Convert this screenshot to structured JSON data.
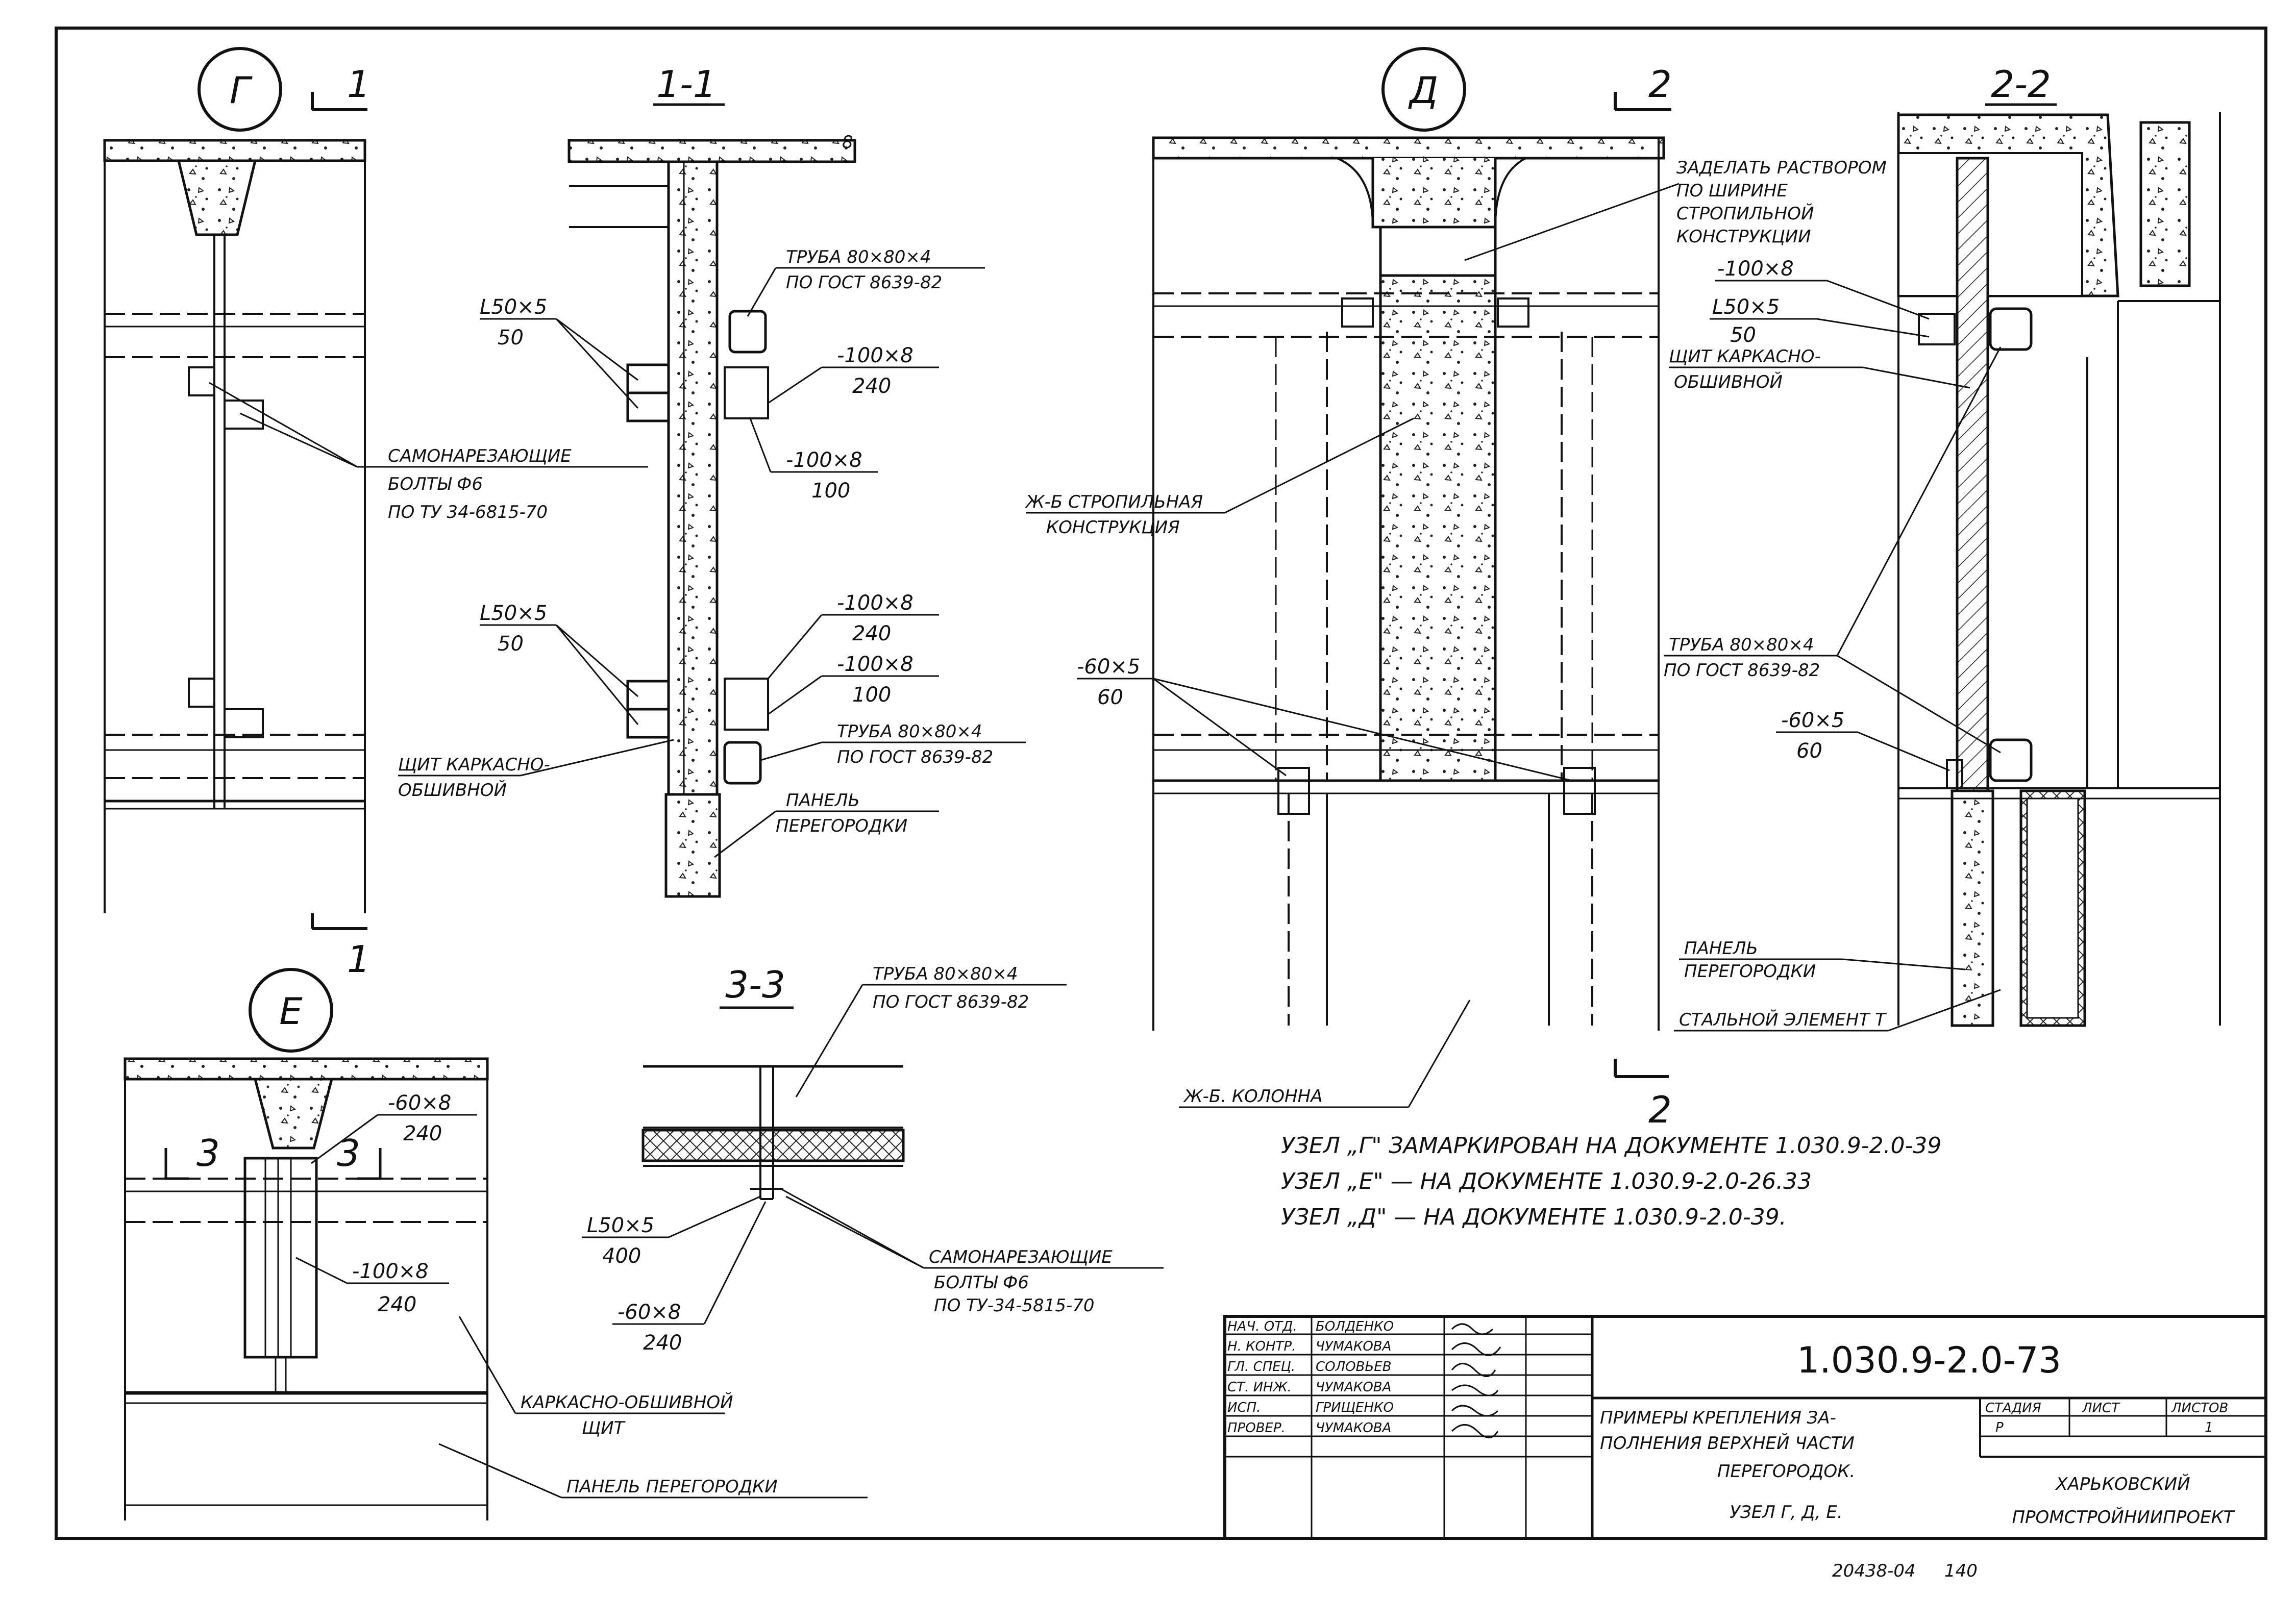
{
  "views": {
    "node_g": {
      "mark": "Г",
      "cut_top": "1",
      "cut_bottom": "1"
    },
    "section_1_1": {
      "title": "1-1"
    },
    "node_d": {
      "mark": "Д",
      "cut_top": "2",
      "cut_bottom": "2"
    },
    "section_2_2": {
      "title": "2-2"
    },
    "node_e": {
      "mark": "Е",
      "cut_left": "3",
      "cut_right": "3"
    },
    "section_3_3": {
      "title": "3-3"
    }
  },
  "callouts": {
    "g_bolts": [
      "САМОНАРЕЗАЮЩИЕ",
      "БОЛТЫ Ф6",
      "ПО ТУ 34-6815-70"
    ],
    "s11_pipe": [
      "ТРУБА 80×80×4",
      "ПО ГОСТ 8639-82"
    ],
    "s11_angle_top": [
      "L50×5",
      "50"
    ],
    "s11_plate_top_240": [
      "-100×8",
      "240"
    ],
    "s11_plate_top_100": [
      "-100×8",
      "100"
    ],
    "s11_angle_bot": [
      "L50×5",
      "50"
    ],
    "s11_plate_bot_240": [
      "-100×8",
      "240"
    ],
    "s11_plate_bot_100": [
      "-100×8",
      "100"
    ],
    "s11_pipe_bot": [
      "ТРУБА 80×80×4",
      "ПО ГОСТ 8639-82"
    ],
    "s11_shield": [
      "ЩИТ КАРКАСНО-",
      "ОБШИВНОЙ"
    ],
    "s11_panel": [
      "ПАНЕЛЬ",
      "ПЕРЕГОРОДКИ"
    ],
    "s11_dim": "8",
    "d_seal": [
      "ЗАДЕЛАТЬ РАСТВОРОМ",
      "ПО ШИРИНЕ",
      "СТРОПИЛЬНОЙ",
      "КОНСТРУКЦИИ"
    ],
    "d_truss": [
      "Ж-Б СТРОПИЛЬНАЯ",
      "КОНСТРУКЦИЯ"
    ],
    "d_plate": [
      "-60×5",
      "60"
    ],
    "d_column": "Ж-Б. КОЛОННА",
    "s22_plate": [
      "-100×8"
    ],
    "s22_angle": [
      "L50×5",
      "50"
    ],
    "s22_shield": [
      "ЩИТ КАРКАСНО-",
      "ОБШИВНОЙ"
    ],
    "s22_pipe": [
      "ТРУБА 80×80×4",
      "ПО ГОСТ 8639-82"
    ],
    "s22_plate_bot": [
      "-60×5",
      "60"
    ],
    "s22_panel": [
      "ПАНЕЛЬ",
      "ПЕРЕГОРОДКИ"
    ],
    "s22_tee": "СТАЛЬНОЙ ЭЛЕМЕНТ Т",
    "e_plate_top": [
      "-60×8",
      "240"
    ],
    "e_plate_mid": [
      "-100×8",
      "240"
    ],
    "e_shield": [
      "КАРКАСНО-ОБШИВНОЙ",
      "ЩИТ"
    ],
    "e_panel": "ПАНЕЛЬ ПЕРЕГОРОДКИ",
    "s33_pipe": [
      "ТРУБА 80×80×4",
      "ПО ГОСТ 8639-82"
    ],
    "s33_angle": [
      "L50×5",
      "400"
    ],
    "s33_plate": [
      "-60×8",
      "240"
    ],
    "s33_bolts": [
      "САМОНАРЕЗАЮЩИЕ",
      "БОЛТЫ Ф6",
      "ПО ТУ-34-5815-70"
    ]
  },
  "notes": [
    "УЗЕЛ „Г\" ЗАМАРКИРОВАН НА ДОКУМЕНТЕ 1.030.9-2.0-39",
    "УЗЕЛ „Е\" — НА ДОКУМЕНТЕ 1.030.9-2.0-26.33",
    "УЗЕЛ „Д\" — НА ДОКУМЕНТЕ 1.030.9-2.0-39."
  ],
  "title_block": {
    "doc_code": "1.030.9-2.0-73",
    "sheet_title": [
      "ПРИМЕРЫ КРЕПЛЕНИЯ ЗА-",
      "ПОЛНЕНИЯ ВЕРХНЕЙ ЧАСТИ",
      "ПЕРЕГОРОДОК.",
      "УЗЕЛ Г, Д, Е."
    ],
    "signatures": [
      {
        "role": "НАЧ. ОТД.",
        "name": "БОЛДЕНКО"
      },
      {
        "role": "Н. КОНТР.",
        "name": "ЧУМАКОВА"
      },
      {
        "role": "ГЛ. СПЕЦ.",
        "name": "СОЛОВЬЕВ"
      },
      {
        "role": "СТ. ИНЖ.",
        "name": "ЧУМАКОВА"
      },
      {
        "role": "ИСП.",
        "name": "ГРИЩЕНКО"
      },
      {
        "role": "ПРОВЕР.",
        "name": "ЧУМАКОВА"
      }
    ],
    "stage_label": "СТАДИЯ",
    "sheet_label": "ЛИСТ",
    "sheets_label": "ЛИСТОВ",
    "stage_value": "Р",
    "sheets_value": "1",
    "org": [
      "ХАРЬКОВСКИЙ",
      "ПРОМСТРОЙНИИПРОЕКТ"
    ]
  },
  "footer": {
    "inventory": "20438-04",
    "page": "140"
  }
}
